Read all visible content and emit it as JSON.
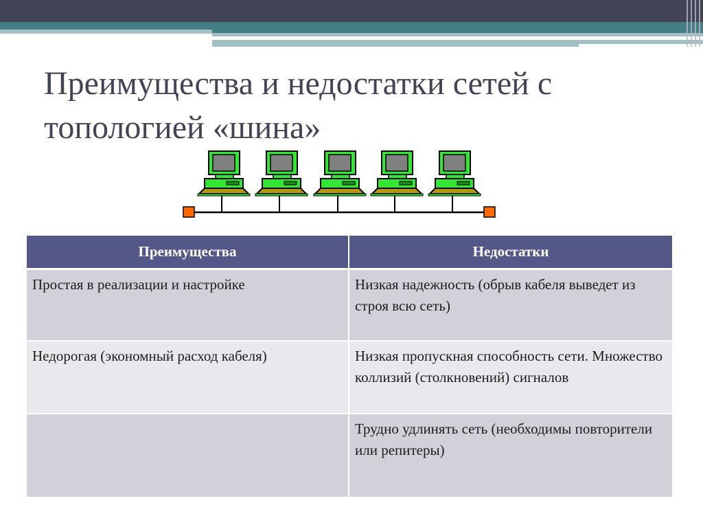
{
  "slide": {
    "title": "Преимущества и недостатки сетей с топологией «шина»",
    "colors": {
      "header_dark": "#424456",
      "header_teal": "#457f85",
      "header_light": "#a2bfc3",
      "table_header": "#545889",
      "row_dark": "#d1d1d9",
      "row_light": "#e8e8ed",
      "computer_green": "#33e633",
      "screen_gray": "#808080",
      "keyboard_olive": "#b8960c",
      "terminator_orange": "#ff6a00"
    }
  },
  "diagram": {
    "type": "bus-topology",
    "computer_count": 5,
    "terminators": 2
  },
  "table": {
    "headers": [
      "Преимущества",
      "Недостатки"
    ],
    "rows": [
      {
        "advantage": "Простая в реализации и настройке",
        "disadvantage": "Низкая надежность (обрыв кабеля выведет из строя всю сеть)"
      },
      {
        "advantage": "Недорогая (экономный расход кабеля)",
        "disadvantage": "Низкая пропускная способность сети. Множество коллизий (столкновений) сигналов"
      },
      {
        "advantage": "",
        "disadvantage": "Трудно удлинять сеть (необходимы повторители или репитеры)"
      }
    ]
  }
}
